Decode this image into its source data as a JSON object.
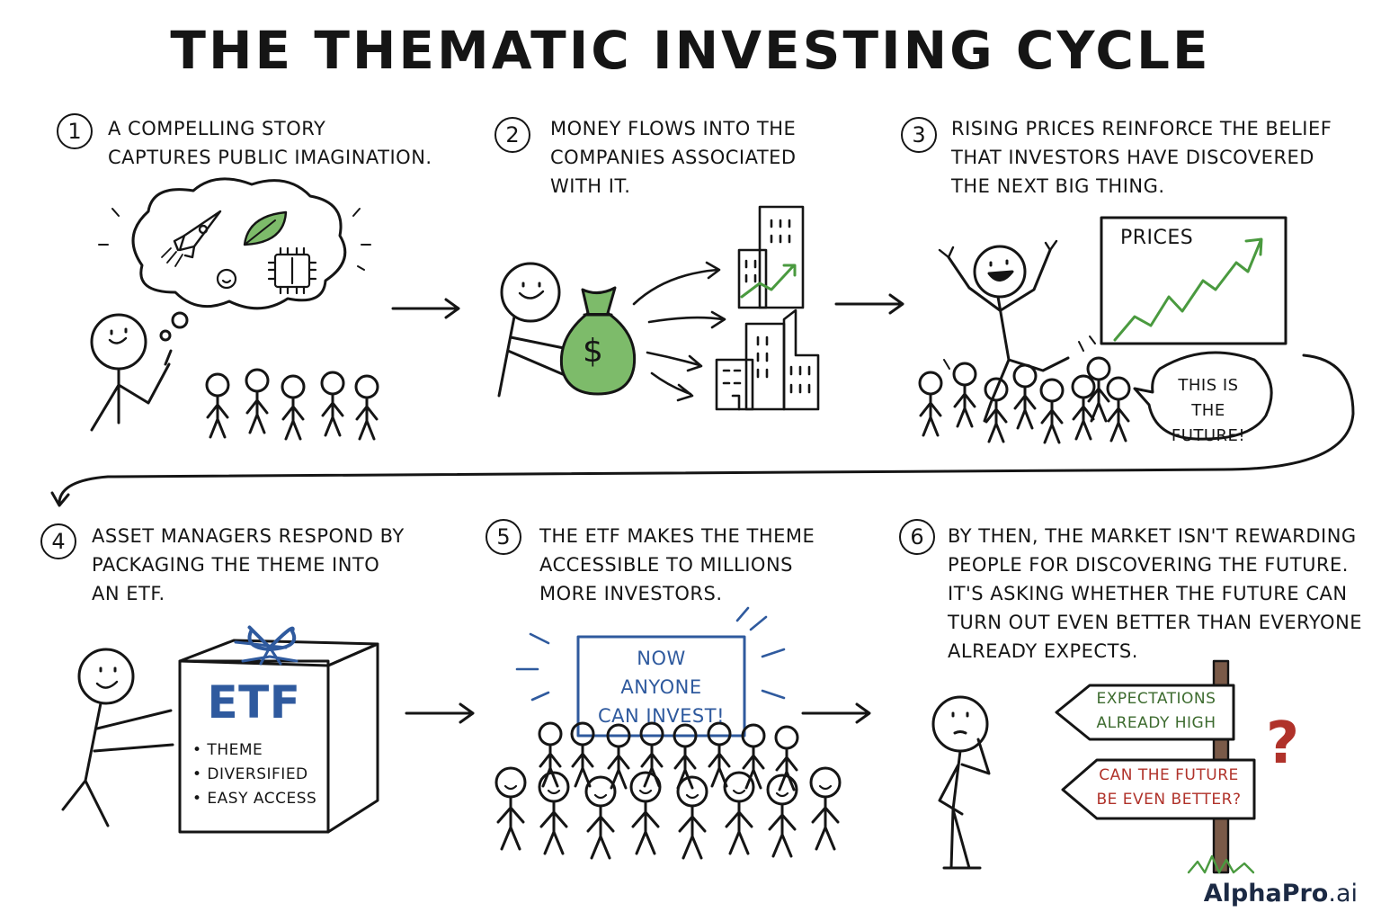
{
  "title": "THE THEMATIC INVESTING CYCLE",
  "steps": [
    {
      "number": "1",
      "text": "A COMPELLING STORY\nCAPTURES PUBLIC IMAGINATION."
    },
    {
      "number": "2",
      "text": "MONEY FLOWS INTO THE\nCOMPANIES ASSOCIATED\nWITH IT."
    },
    {
      "number": "3",
      "text": "RISING PRICES REINFORCE THE BELIEF\nTHAT INVESTORS HAVE DISCOVERED\nTHE NEXT BIG THING."
    },
    {
      "number": "4",
      "text": "ASSET MANAGERS RESPOND BY\nPACKAGING THE THEME INTO\nAN ETF."
    },
    {
      "number": "5",
      "text": "THE ETF MAKES THE THEME\nACCESSIBLE TO MILLIONS\nMORE INVESTORS."
    },
    {
      "number": "6",
      "text": "BY THEN, THE MARKET ISN'T REWARDING\nPEOPLE FOR DISCOVERING THE FUTURE.\nIT'S ASKING WHETHER THE FUTURE CAN\nTURN OUT EVEN BETTER THAN EVERYONE\nALREADY EXPECTS."
    }
  ],
  "chart_label": "PRICES",
  "speech_bubble": "THIS IS\nTHE FUTURE!",
  "coin_symbol": "$",
  "etf_box": {
    "label": "ETF",
    "bullets": [
      "• THEME",
      "• DIVERSIFIED",
      "• EASY ACCESS"
    ]
  },
  "banner": "NOW\nANYONE\nCAN INVEST!",
  "signs": {
    "top": "EXPECTATIONS\nALREADY HIGH",
    "bottom": "CAN THE FUTURE\nBE EVEN BETTER?",
    "question_mark": "?"
  },
  "brand": {
    "name": "AlphaPro",
    "suffix": ".ai"
  },
  "colors": {
    "ink": "#151515",
    "green": "#4a9a3f",
    "money_bag": "#7dbb6a",
    "blue": "#2f5a9e",
    "sign_green": "#3d6b2f",
    "red": "#b0322a",
    "post": "#7a5a48"
  }
}
